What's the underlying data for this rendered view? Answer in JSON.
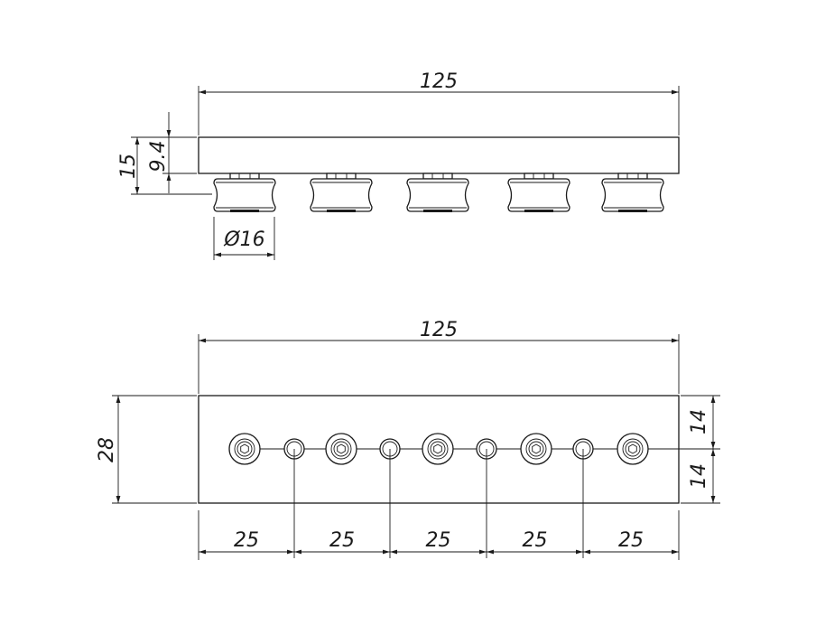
{
  "side_view": {
    "length": "125",
    "height": "15",
    "body_height": "9.4",
    "wheel_diameter": "Ø16"
  },
  "top_view": {
    "length": "125",
    "width": "28",
    "offset_top": "14",
    "offset_bottom": "14",
    "spacings": [
      "25",
      "25",
      "25",
      "25",
      "25"
    ]
  },
  "colors": {
    "line": "#1a1a1a",
    "background": "#ffffff"
  }
}
